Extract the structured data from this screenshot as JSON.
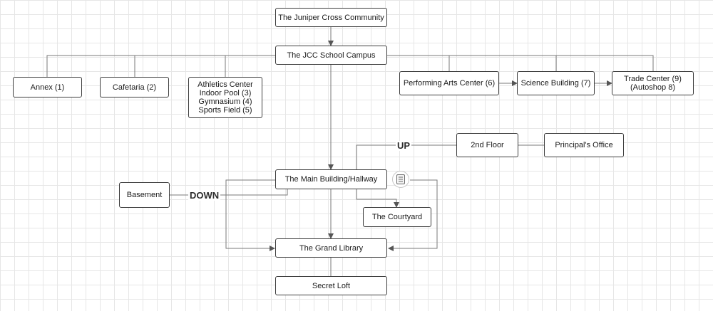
{
  "nodes": {
    "juniper": "The Juniper Cross Community",
    "campus": "The JCC School Campus",
    "annex": "Annex (1)",
    "cafetaria": "Cafetaria (2)",
    "athletics": "Athletics Center\nIndoor Pool (3)\nGymnasium (4)\nSports Field (5)",
    "performing": "Performing Arts Center (6)",
    "science": "Science Building (7)",
    "trade": "Trade Center (9)\n(Autoshop 8)",
    "second_floor": "2nd Floor",
    "principal": "Principal's Office",
    "basement": "Basement",
    "main": "The Main Building/Hallway",
    "courtyard": "The Courtyard",
    "library": "The Grand Library",
    "loft": "Secret Loft"
  },
  "labels": {
    "up": "UP",
    "down": "DOWN"
  },
  "icons": {
    "note": "note-icon"
  },
  "colors": {
    "border": "#3d3d3d",
    "connector": "#7a7a7a",
    "grid": "#e6e6e6"
  }
}
